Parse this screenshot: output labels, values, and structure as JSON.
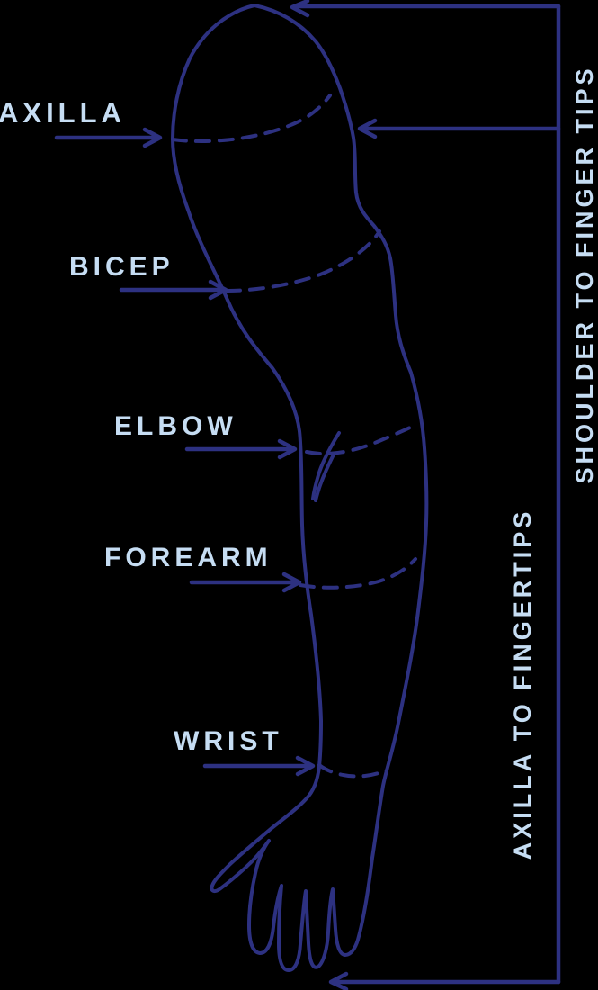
{
  "colors": {
    "background": "#000000",
    "line": "#2d3181",
    "label_text": "#c6ddf3"
  },
  "labels": {
    "axilla": "AXILLA",
    "bicep": "BICEP",
    "elbow": "ELBOW",
    "forearm": "FOREARM",
    "wrist": "WRIST",
    "shoulder_to_fingertips": "SHOULDER TO FINGER TIPS",
    "axilla_to_fingertips": "AXILLA TO FINGERTIPS"
  }
}
